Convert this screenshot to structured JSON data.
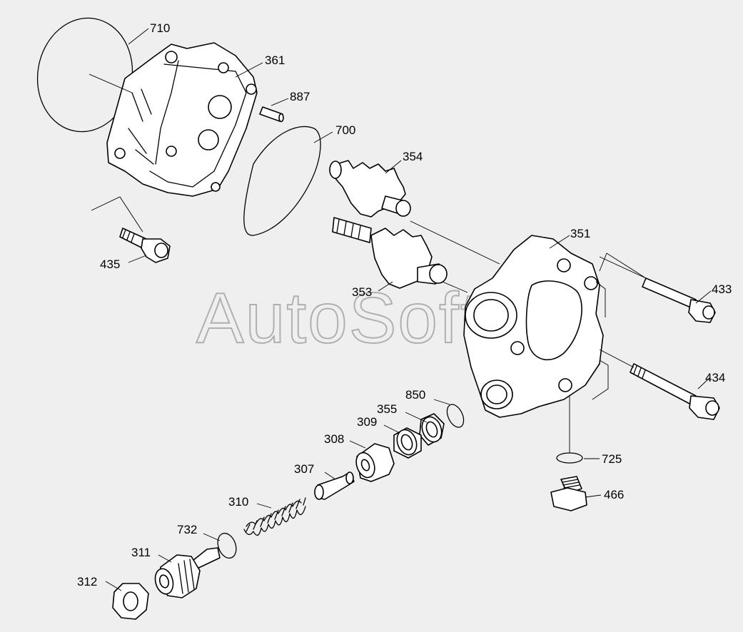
{
  "watermark": "AutoSoft",
  "labels": {
    "p710": "710",
    "p361": "361",
    "p887": "887",
    "p700": "700",
    "p354": "354",
    "p351": "351",
    "p433": "433",
    "p435": "435",
    "p353": "353",
    "p434": "434",
    "p850": "850",
    "p355": "355",
    "p309": "309",
    "p308": "308",
    "p725": "725",
    "p307": "307",
    "p466": "466",
    "p310": "310",
    "p732": "732",
    "p311": "311",
    "p312": "312"
  },
  "colors": {
    "background": "#efefef",
    "line": "#000000",
    "watermark": "#b0b0b0"
  }
}
